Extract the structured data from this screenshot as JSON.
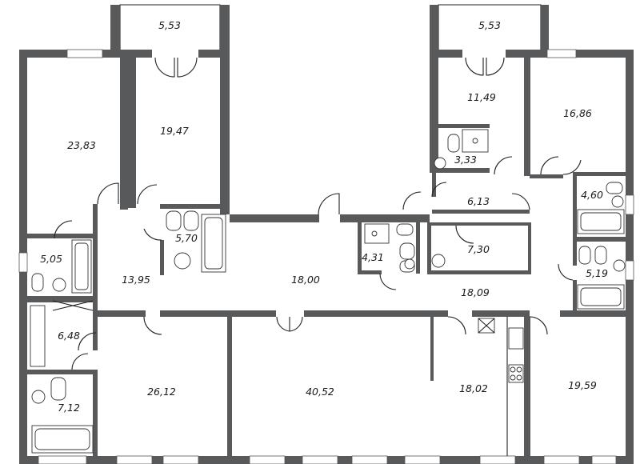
{
  "plan": {
    "rooms": [
      {
        "id": "balcony-left",
        "area": "5,53"
      },
      {
        "id": "balcony-right",
        "area": "5,53"
      },
      {
        "id": "room-23-83",
        "area": "23,83"
      },
      {
        "id": "room-19-47",
        "area": "19,47"
      },
      {
        "id": "room-11-49",
        "area": "11,49"
      },
      {
        "id": "room-16-86",
        "area": "16,86"
      },
      {
        "id": "bath-3-33",
        "area": "3,33"
      },
      {
        "id": "hall-6-13",
        "area": "6,13"
      },
      {
        "id": "bath-4-60",
        "area": "4,60"
      },
      {
        "id": "bath-5-70",
        "area": "5,70"
      },
      {
        "id": "bath-5-05",
        "area": "5,05"
      },
      {
        "id": "hall-13-95",
        "area": "13,95"
      },
      {
        "id": "corridor-18-00",
        "area": "18,00"
      },
      {
        "id": "bath-4-31",
        "area": "4,31"
      },
      {
        "id": "room-7-30",
        "area": "7,30"
      },
      {
        "id": "bath-5-19",
        "area": "5,19"
      },
      {
        "id": "corridor-18-09",
        "area": "18,09"
      },
      {
        "id": "closet-6-48",
        "area": "6,48"
      },
      {
        "id": "room-26-12",
        "area": "26,12"
      },
      {
        "id": "room-40-52",
        "area": "40,52"
      },
      {
        "id": "kitchen-18-02",
        "area": "18,02"
      },
      {
        "id": "room-19-59",
        "area": "19,59"
      },
      {
        "id": "bath-7-12",
        "area": "7,12"
      }
    ]
  }
}
